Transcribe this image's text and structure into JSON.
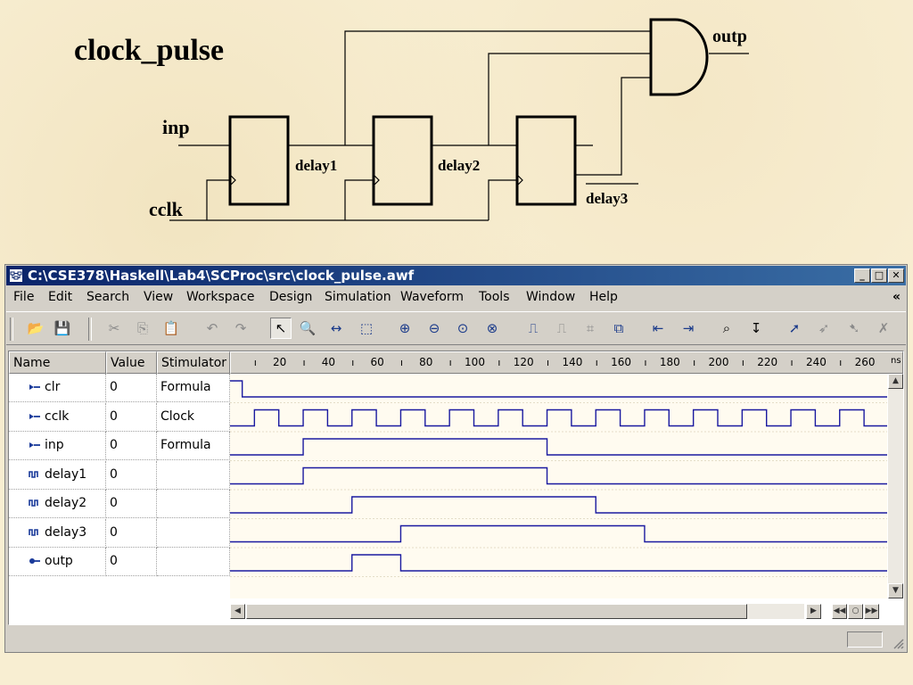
{
  "slide": {
    "title": "clock_pulse",
    "labels": {
      "inp": "inp",
      "cclk": "cclk",
      "delay1": "delay1",
      "delay2": "delay2",
      "delay3": "delay3",
      "outp": "outp"
    }
  },
  "window": {
    "title": "C:\\CSE378\\Haskell\\Lab4\\SCProc\\src\\clock_pulse.awf",
    "controls": {
      "minimize": "_",
      "maximize": "□",
      "close": "✕"
    }
  },
  "menu": [
    "File",
    "Edit",
    "Search",
    "View",
    "Workspace",
    "Design",
    "Simulation",
    "Waveform",
    "Tools",
    "Window",
    "Help"
  ],
  "menu_chevron": "«",
  "toolbar": [
    "open-icon",
    "save-icon",
    "cut-icon",
    "copy-icon",
    "paste-icon",
    "undo-icon",
    "redo-icon",
    "select-pointer-icon",
    "zoom-icon",
    "measure-icon",
    "select-region-icon",
    "zoom-in-icon",
    "zoom-out-icon",
    "zoom-fit-icon",
    "zoom-range-icon",
    "add-signal-icon",
    "stimulator-icon",
    "group-icon",
    "compare-icon",
    "prev-edge-icon",
    "next-edge-icon",
    "find-icon",
    "find-next-icon",
    "bookmark-icon",
    "bookmark-next-icon",
    "bookmark-prev-icon",
    "bookmark-clear-icon"
  ],
  "columns": {
    "name": "Name",
    "value": "Value",
    "stimulator": "Stimulator"
  },
  "timeline": {
    "unit": "ns",
    "ticks": [
      "20",
      "40",
      "60",
      "80",
      "100",
      "120",
      "140",
      "160",
      "180",
      "200",
      "220",
      "240",
      "260"
    ]
  },
  "signals": [
    {
      "name": "clr",
      "value": "0",
      "stimulator": "Formula",
      "kind": "input"
    },
    {
      "name": "cclk",
      "value": "0",
      "stimulator": "Clock",
      "kind": "input"
    },
    {
      "name": "inp",
      "value": "0",
      "stimulator": "Formula",
      "kind": "input"
    },
    {
      "name": "delay1",
      "value": "0",
      "stimulator": "",
      "kind": "internal"
    },
    {
      "name": "delay2",
      "value": "0",
      "stimulator": "",
      "kind": "internal"
    },
    {
      "name": "delay3",
      "value": "0",
      "stimulator": "",
      "kind": "internal"
    },
    {
      "name": "outp",
      "value": "0",
      "stimulator": "",
      "kind": "output"
    }
  ],
  "colors": {
    "wave": "#1a1aa0",
    "accent": "#0a246a"
  }
}
